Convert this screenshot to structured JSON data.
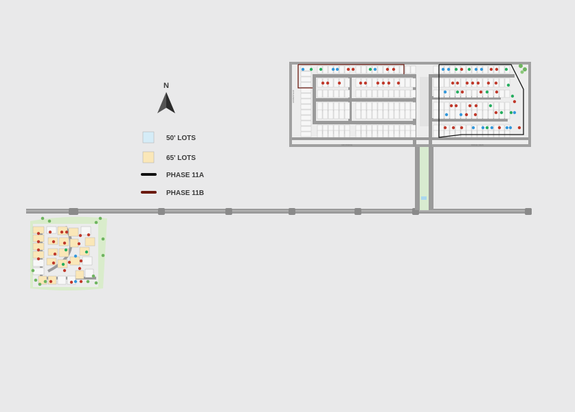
{
  "north": {
    "label": "N",
    "icon": "north-arrow-icon"
  },
  "legend": {
    "lots_50": "50' LOTS",
    "lots_65": "65' LOTS",
    "phase_11a": "PHASE 11A",
    "phase_11b": "PHASE 11B"
  },
  "colors": {
    "background": "#e9e9ea",
    "lot_50_fill": "#d5ecf7",
    "lot_65_fill": "#fae7b8",
    "phase_11a_line": "#111111",
    "phase_11b_line": "#6b1a10",
    "road": "#8c8c8c",
    "lot_fill": "#f7f7f7",
    "dot_red": "#c0392b",
    "dot_blue": "#3498db",
    "dot_green": "#27ae60"
  }
}
